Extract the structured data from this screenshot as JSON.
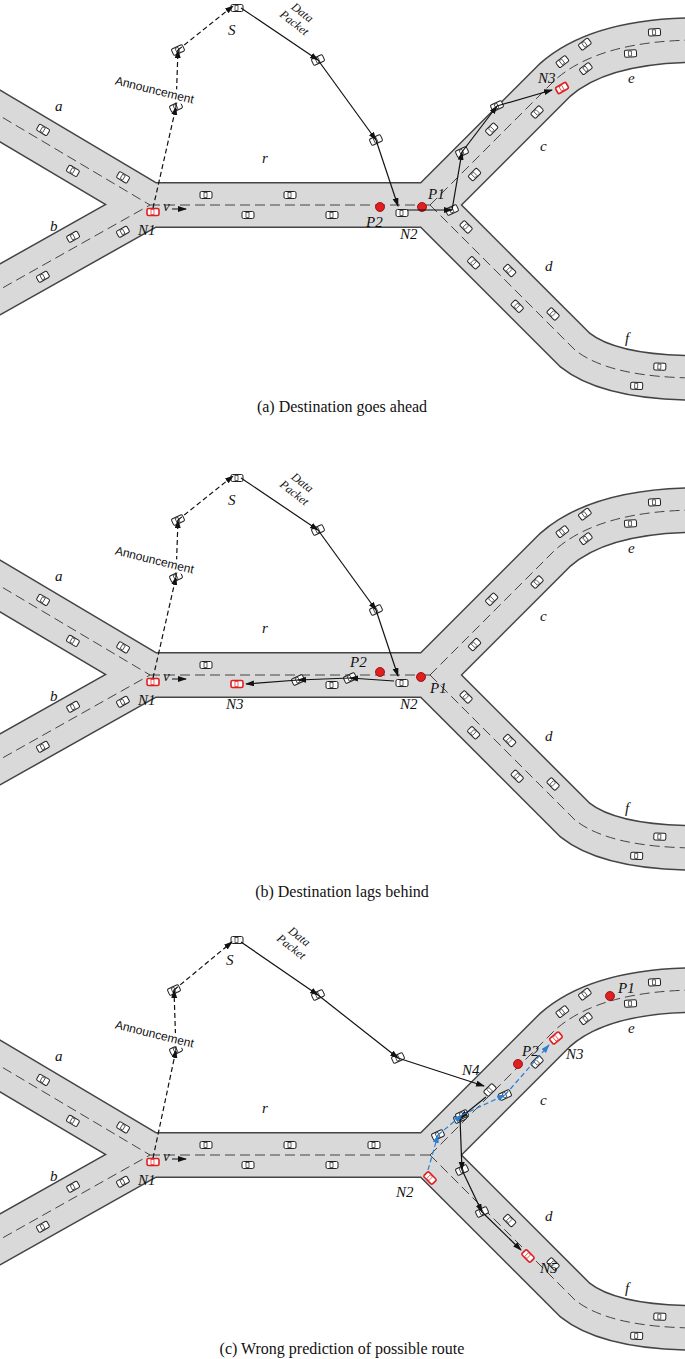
{
  "diagram": {
    "labels": [
      "S",
      "Data Packet",
      "Announcement",
      "a",
      "b",
      "r",
      "N1",
      "v",
      "P2",
      "N2",
      "P1",
      "N3",
      "c",
      "d",
      "e",
      "f",
      "(a) Destination goes ahead",
      "S",
      "Data Packet",
      "Announcement",
      "a",
      "b",
      "r",
      "N1",
      "v",
      "P2",
      "N2",
      "P1",
      "N3",
      "c",
      "d",
      "e",
      "f",
      "(b) Destination lags behind",
      "S",
      "Data Packet",
      "Announcement",
      "a",
      "b",
      "r",
      "N1",
      "v",
      "N4",
      "P2",
      "N3",
      "P1",
      "N2",
      "c",
      "d",
      "e",
      "f",
      "N5",
      "(c) Wrong prediction of possible route"
    ]
  }
}
